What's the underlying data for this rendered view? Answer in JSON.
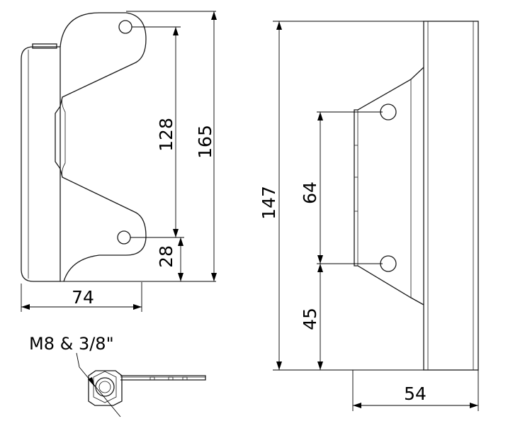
{
  "dimensions": {
    "front_total_height": "165",
    "front_hole_spacing": "128",
    "front_hole_offset": "28",
    "front_width": "74",
    "side_total_height": "147",
    "side_hole_spacing": "64",
    "side_hole_offset": "45",
    "side_depth": "54"
  },
  "labels": {
    "thread_size": "M8 & 3/8\""
  }
}
